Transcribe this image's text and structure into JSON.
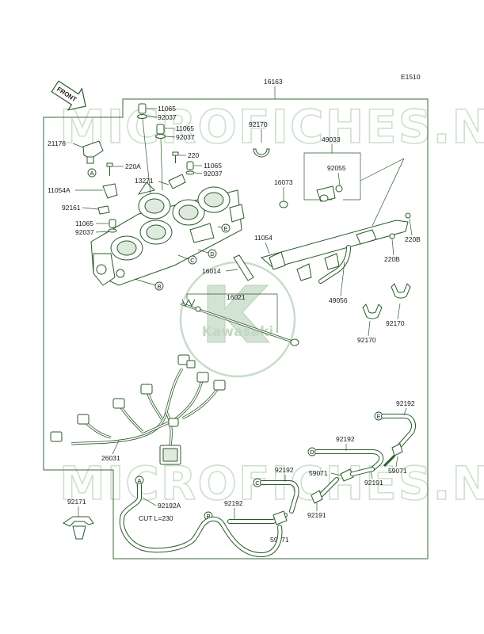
{
  "diagram_code": "E1510",
  "front_label": "FRONT",
  "watermark_text": "MICROFICHES.NET",
  "brand_text": "Kawasaki",
  "colors": {
    "line": "#2a5a2a",
    "watermark": "#c9dcc9",
    "text": "#1a1a1a"
  },
  "parts": {
    "p16163": "16163",
    "p11065_a": "11065",
    "p92037_a": "92037",
    "p11065_b": "11065",
    "p92037_b": "92037",
    "p92170_a": "92170",
    "p21176": "21176",
    "p49033": "49033",
    "p220a": "220A",
    "p220": "220",
    "p11065_c": "11065",
    "p92037_c": "92037",
    "p92055": "92055",
    "p13271": "13271",
    "p11054a": "11054A",
    "p16073": "16073",
    "p92161": "92161",
    "p11065_d": "11065",
    "p92037_d": "92037",
    "p11054": "11054",
    "p220b_a": "220B",
    "p220b_b": "220B",
    "p16014": "16014",
    "p49056": "49056",
    "p16021": "16021",
    "p92170_b": "92170",
    "p92170_c": "92170",
    "p92192_a": "92192",
    "p92192_b": "92192",
    "p26031": "26031",
    "p92192_c": "92192",
    "p59071_a": "59071",
    "p59071_b": "59071",
    "p92191_a": "92191",
    "p92171": "92171",
    "p92192a": "92192A",
    "cut_note": "CUT L=230",
    "p92192_d": "92192",
    "p92191_b": "92191",
    "p59071_c": "59071"
  },
  "callouts": {
    "a": "A",
    "b": "B",
    "c": "C",
    "d": "D",
    "e": "E"
  }
}
